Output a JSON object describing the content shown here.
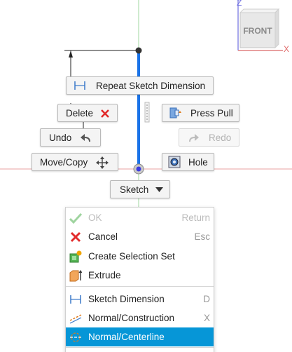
{
  "viewcube": {
    "face_label": "FRONT",
    "axis_z": "Z",
    "axis_x": "X"
  },
  "marking_menu": {
    "repeat_label": "Repeat Sketch Dimension",
    "delete_label": "Delete",
    "press_pull_label": "Press Pull",
    "undo_label": "Undo",
    "redo_label": "Redo",
    "move_copy_label": "Move/Copy",
    "hole_label": "Hole",
    "sketch_label": "Sketch"
  },
  "context_menu": {
    "items": [
      {
        "label": "OK",
        "shortcut": "Return",
        "icon": "check-icon",
        "enabled": false
      },
      {
        "label": "Cancel",
        "shortcut": "Esc",
        "icon": "cancel-x-icon",
        "enabled": true
      },
      {
        "label": "Create Selection Set",
        "shortcut": "",
        "icon": "selection-set-icon",
        "enabled": true
      },
      {
        "label": "Extrude",
        "shortcut": "",
        "icon": "extrude-icon",
        "enabled": true
      },
      {
        "label": "Sketch Dimension",
        "shortcut": "D",
        "icon": "sketch-dimension-icon",
        "enabled": true
      },
      {
        "label": "Normal/Construction",
        "shortcut": "X",
        "icon": "construction-icon",
        "enabled": true
      },
      {
        "label": "Normal/Centerline",
        "shortcut": "",
        "icon": "centerline-icon",
        "enabled": true,
        "selected": true
      }
    ]
  },
  "colors": {
    "accent": "#0696d7",
    "sketch_line": "#1a73e8",
    "axis_red": "#e58a8a",
    "axis_green": "#8ed18e",
    "delete_red": "#e22c2c"
  }
}
